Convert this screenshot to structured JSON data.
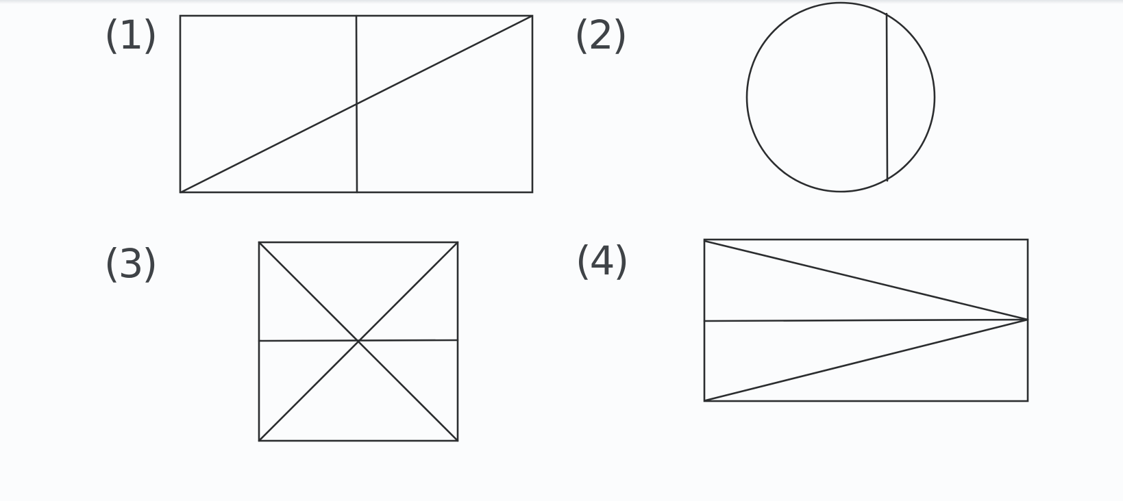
{
  "figures": [
    {
      "label": "(1)",
      "shape": "rectangle",
      "divisions": [
        "vertical-midline",
        "diagonal"
      ]
    },
    {
      "label": "(2)",
      "shape": "circle",
      "divisions": [
        "vertical-chord"
      ]
    },
    {
      "label": "(3)",
      "shape": "square",
      "divisions": [
        "both-diagonals",
        "horizontal-midline"
      ]
    },
    {
      "label": "(4)",
      "shape": "rectangle",
      "divisions": [
        "horizontal-midline",
        "lines-to-right-midpoint"
      ]
    }
  ],
  "colors": {
    "paper": "#fbfcfd",
    "ink": "#2b2d2f",
    "label_ink": "#3f4347"
  }
}
